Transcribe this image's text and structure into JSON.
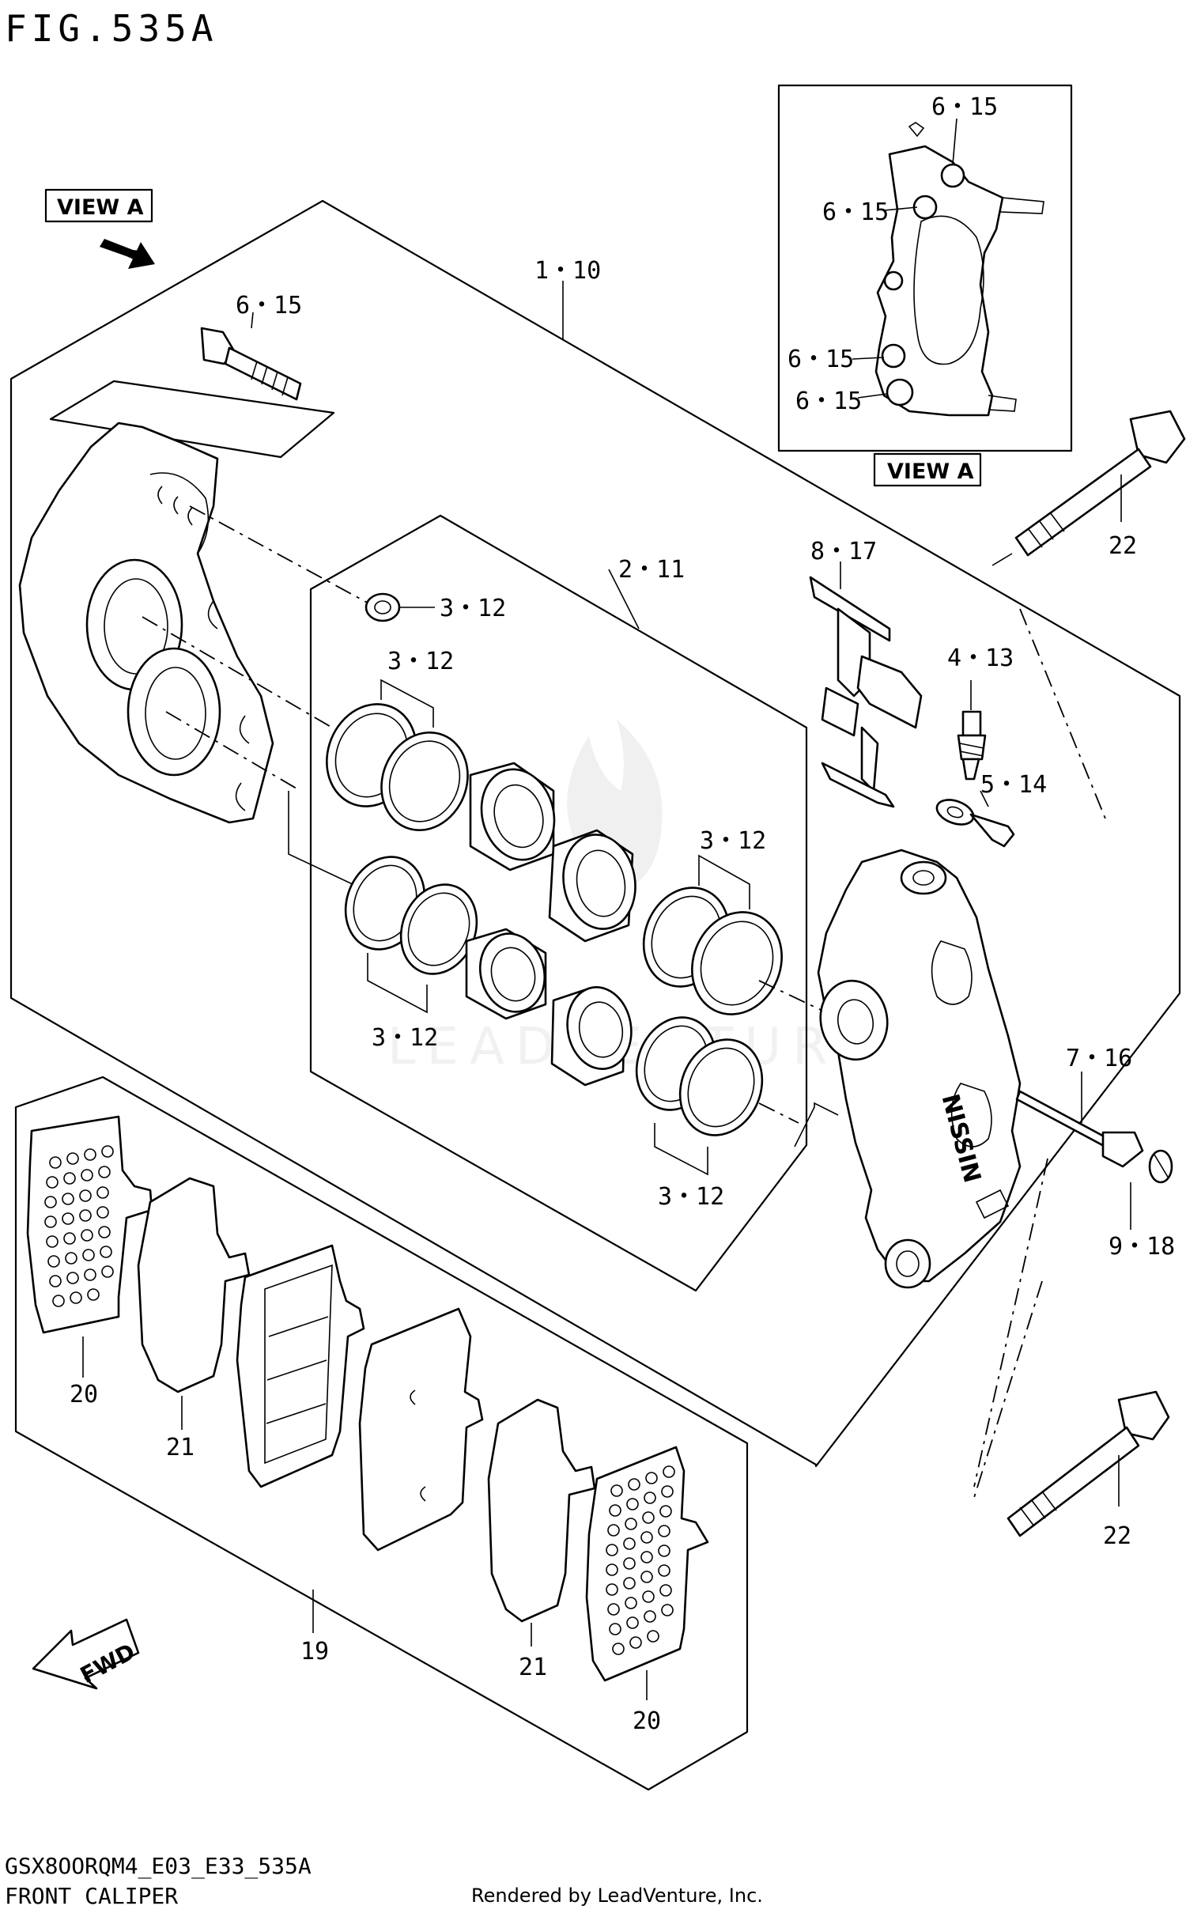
{
  "figure": {
    "title": "FIG.535A",
    "model_code": "GSX8OORQM4_E03_E33_535A",
    "caption": "FRONT CALIPER",
    "credit": "Rendered by LeadVenture, Inc.",
    "watermark": "LEADVENTURE"
  },
  "view": {
    "tag_left": "VIEW A",
    "tag_inset": "VIEW A"
  },
  "fwd_label": "FWD",
  "callouts": {
    "c_6_15_bolt": "6・15",
    "c_6_15_inset_a": "6・15",
    "c_6_15_inset_b": "6・15",
    "c_6_15_inset_c": "6・15",
    "c_6_15_inset_d": "6・15",
    "c_1_10": "1・10",
    "c_2_11": "2・11",
    "c_3_12_a": "3・12",
    "c_3_12_b": "3・12",
    "c_3_12_c": "3・12",
    "c_3_12_d": "3・12",
    "c_3_12_e": "3・12",
    "c_8_17": "8・17",
    "c_4_13": "4・13",
    "c_5_14": "5・14",
    "c_7_16": "7・16",
    "c_9_18": "9・18",
    "c_22_top": "22",
    "c_22_bottom": "22",
    "c_19": "19",
    "c_20_left": "20",
    "c_20_right": "20",
    "c_21_left": "21",
    "c_21_right": "21"
  }
}
